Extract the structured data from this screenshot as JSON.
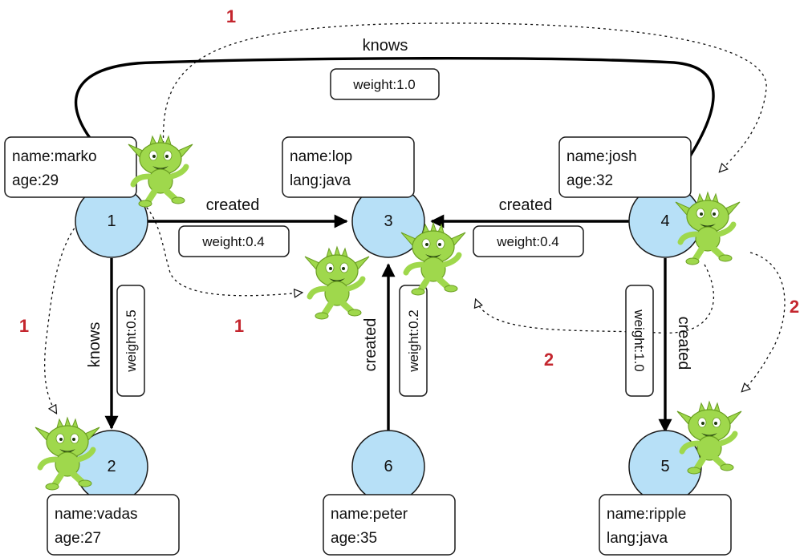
{
  "colors": {
    "node_fill": "#b7e0f7",
    "step_label": "#c4262e",
    "gremlin": "#9fd84c"
  },
  "vertices": [
    {
      "id": "1",
      "props": [
        "name:marko",
        "age:29"
      ]
    },
    {
      "id": "2",
      "props": [
        "name:vadas",
        "age:27"
      ]
    },
    {
      "id": "3",
      "props": [
        "name:lop",
        "lang:java"
      ]
    },
    {
      "id": "4",
      "props": [
        "name:josh",
        "age:32"
      ]
    },
    {
      "id": "5",
      "props": [
        "name:ripple",
        "lang:java"
      ]
    },
    {
      "id": "6",
      "props": [
        "name:peter",
        "age:35"
      ]
    }
  ],
  "edges": [
    {
      "from": "1",
      "to": "4",
      "label": "knows",
      "weight": "weight:1.0"
    },
    {
      "from": "1",
      "to": "3",
      "label": "created",
      "weight": "weight:0.4"
    },
    {
      "from": "4",
      "to": "3",
      "label": "created",
      "weight": "weight:0.4"
    },
    {
      "from": "1",
      "to": "2",
      "label": "knows",
      "weight": "weight:0.5"
    },
    {
      "from": "6",
      "to": "3",
      "label": "created",
      "weight": "weight:0.2"
    },
    {
      "from": "4",
      "to": "5",
      "label": "created",
      "weight": "weight:1.0"
    }
  ],
  "traversal_steps": [
    {
      "label": "1"
    },
    {
      "label": "1"
    },
    {
      "label": "1"
    },
    {
      "label": "2"
    },
    {
      "label": "2"
    }
  ],
  "gremlin_icon": "gremlin-mascot-icon"
}
